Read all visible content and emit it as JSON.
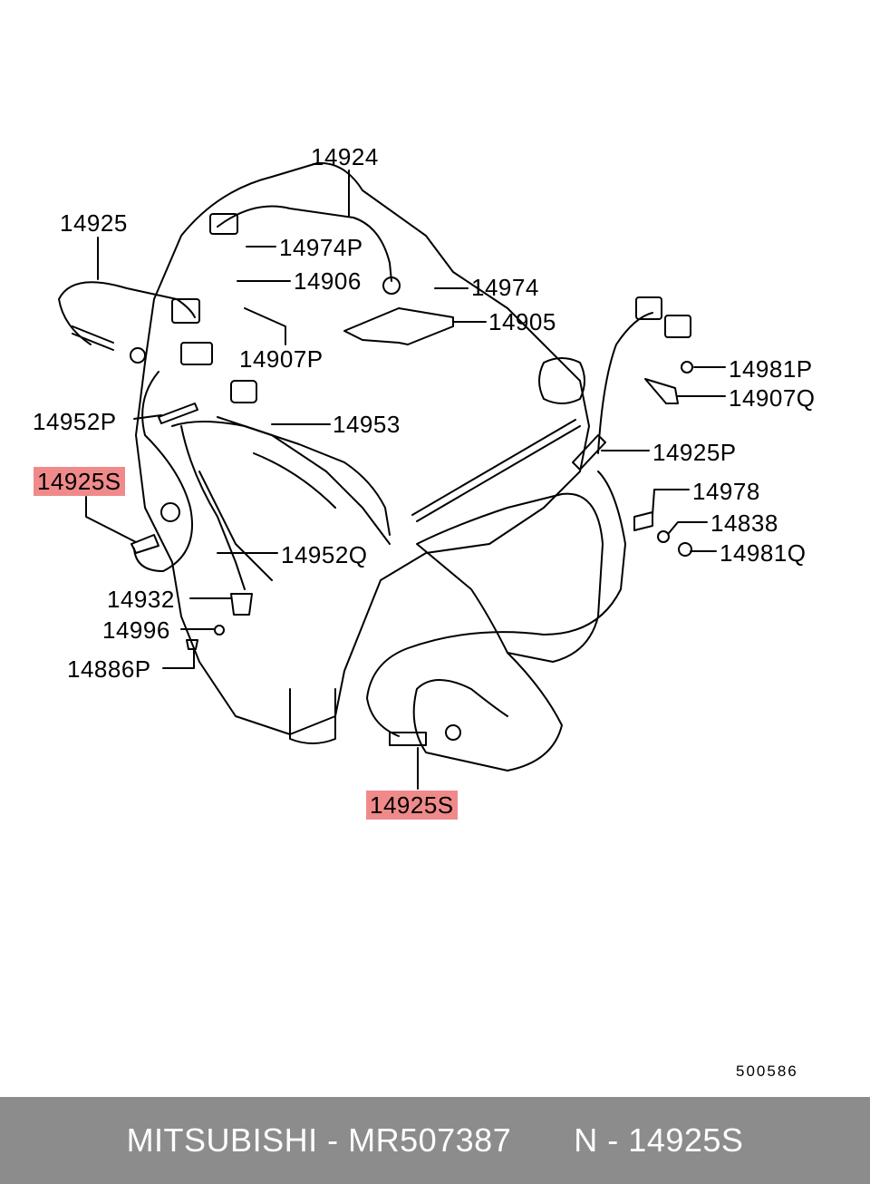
{
  "labels": {
    "l14924": "14924",
    "l14925": "14925",
    "l14974P": "14974P",
    "l14906": "14906",
    "l14974": "14974",
    "l14905": "14905",
    "l14907P": "14907P",
    "l14952P": "14952P",
    "l14953": "14953",
    "l14981P": "14981P",
    "l14907Q": "14907Q",
    "l14925P": "14925P",
    "l14925S_a": "14925S",
    "l14978": "14978",
    "l14838": "14838",
    "l14981Q": "14981Q",
    "l14952Q": "14952Q",
    "l14932": "14932",
    "l14996": "14996",
    "l14886P": "14886P",
    "l14925S_b": "14925S"
  },
  "highlight_color": "#f08a8a",
  "reference_number": "500586",
  "footer": {
    "brand": "MITSUBISHI",
    "separator": "-",
    "part_number": "MR507387",
    "prefix": "N",
    "separator2": "-",
    "code": "14925S"
  },
  "footer_color": "#8c8c8c"
}
